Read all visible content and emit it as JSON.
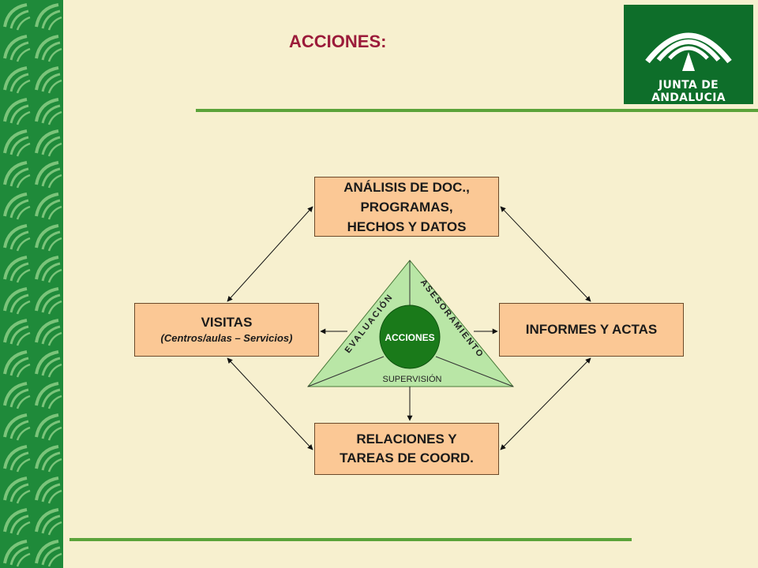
{
  "slide": {
    "title": "ACCIONES:"
  },
  "logo": {
    "text": "JUNTA DE ANDALUCIA"
  },
  "boxes": {
    "analisis": {
      "line1": "ANÁLISIS DE DOC.,",
      "line2": "PROGRAMAS,",
      "line3": "HECHOS Y DATOS"
    },
    "visitas": {
      "title": "VISITAS",
      "subtitle": "(Centros/aulas – Servicios)"
    },
    "informes": {
      "label": "INFORMES Y ACTAS"
    },
    "relaciones": {
      "line1": "RELACIONES Y",
      "line2": "TAREAS DE COORD."
    }
  },
  "triangle": {
    "center_label": "ACCIONES",
    "left_label": "EVALUACIÓN",
    "right_label": "ASESORAMIENTO",
    "bottom_label": "SUPERVISIÓN"
  },
  "colors": {
    "background": "#f7f0cf",
    "side_strip": "#1f8a3a",
    "title": "#9b1b3a",
    "box_fill": "#fbc895",
    "triangle_fill": "#b9e6a6",
    "circle_fill": "#1a7a1a",
    "logo_bg": "#0e6e2a",
    "rule": "#5ba33a"
  }
}
